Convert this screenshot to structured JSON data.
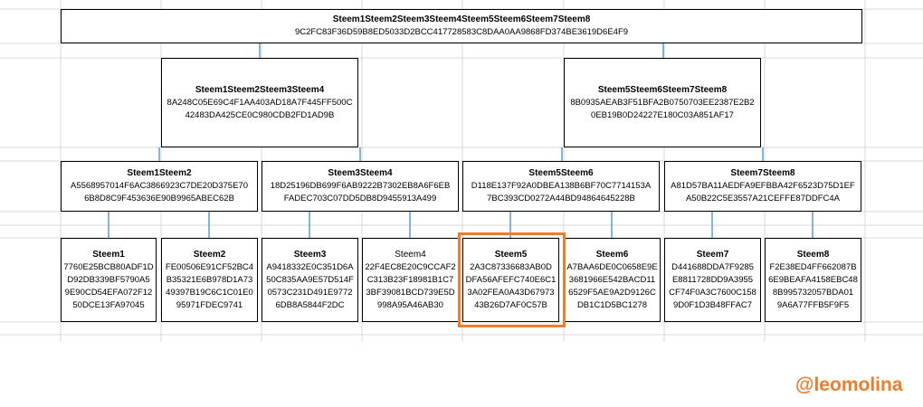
{
  "root": {
    "title": "Steem1Steem2Steem3Steem4Steem5Steem6Steem7Steem8",
    "hash": [
      "9C2FC83F36D59B8ED5033D2BCC417728583C8DAA0AA9868FD374BE3619D6E4F9"
    ]
  },
  "level2": [
    {
      "title": "Steem1Steem2Steem3Steem4",
      "hash": [
        "8A248C05E69C4F1AA403AD18A7F445FF500C",
        "42483DA425CE0C980CDB2FD1AD9B"
      ]
    },
    {
      "title": "Steem5Steem6Steem7Steem8",
      "hash": [
        "8B0935AEAB3F51BFA2B0750703EE2387E2B2",
        "0EB19B0D24227E180C03A851AF17"
      ]
    }
  ],
  "level3": [
    {
      "title": "Steem1Steem2",
      "hash": [
        "A5568957014F6AC3866923C7DE20D375E70",
        "6B8D8C9F453636E90B9965ABEC62B"
      ]
    },
    {
      "title": "Steem3Steem4",
      "hash": [
        "18D25196DB699F6AB9222B7302EB8A6F6EB",
        "FADEC703C07DD5DB8D9455913A499"
      ]
    },
    {
      "title": "Steem5Steem6",
      "hash": [
        "D118E137F92A0DBEA138B6BF70C7714153A",
        "7BC393CD0272A44BD94864645228B"
      ]
    },
    {
      "title": "Steem7Steem8",
      "hash": [
        "A81D57BA11AEDFA9EFBBA42F6523D75D1EF",
        "A50B22C5E3557A21CEFFE87DDFC4A"
      ]
    }
  ],
  "leaves": [
    {
      "title": "Steem1",
      "hash": [
        "7760E25BCB80ADF1D",
        "D92DB339BF5790A5",
        "9E90CD54EFA072F12",
        "50DCE13FA97045"
      ]
    },
    {
      "title": "Steem2",
      "hash": [
        "FE00506E91CF52BC4",
        "B35321E6B978D1A73",
        "49397B19C6C1C01E0",
        "95971FDEC9741"
      ]
    },
    {
      "title": "Steem3",
      "hash": [
        "A9418332E0C351D6A",
        "50C835AA9E57D514F",
        "0573C231D491E9772",
        "6DB8A5844F2DC"
      ]
    },
    {
      "title": "Steem4",
      "hash": [
        "22F4EC8E20C9CCAF2",
        "C313B23F18981B1C7",
        "3BF39081BCD739E5D",
        "998A95A46AB30"
      ]
    },
    {
      "title": "Steem5",
      "hash": [
        "2A3C87336683AB0D",
        "DFA56AFEFC740E6C1",
        "3A02FEA0A43D67973",
        "43B26D7AF0C57B"
      ]
    },
    {
      "title": "Steem6",
      "hash": [
        "A7BAA6DE0C0658E9E",
        "3681966E542BACD11",
        "6529F5AE9A2D9126C",
        "DB1C1D5BC1278"
      ]
    },
    {
      "title": "Steem7",
      "hash": [
        "D441688DDA7F9285",
        "E8811728DD9A3955",
        "CF74F0A3C7600C158",
        "9D0F1D3B48FFAC7"
      ]
    },
    {
      "title": "Steem8",
      "hash": [
        "F2E38ED4FF662087B",
        "6E9BEAFA4158EBC48",
        "8B995732057BDA01",
        "9A6A77FFB5F9F5"
      ]
    }
  ],
  "highlighted_leaf": "Steem5",
  "watermark": "@leomolina",
  "colors": {
    "highlight": "#ef7c2b",
    "watermark": "#ef7c2b",
    "connector": "#5b9bd5",
    "grid": "#d9d9d9"
  }
}
